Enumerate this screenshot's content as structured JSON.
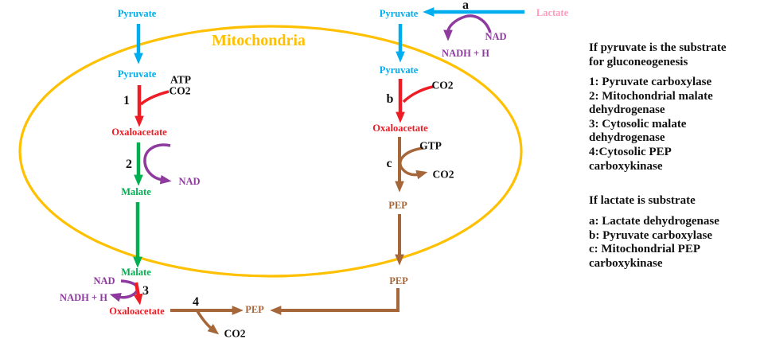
{
  "title": "Mitochondria",
  "molecules": {
    "pyruvate_cytosol_left": "Pyruvate",
    "pyruvate_mito_left": "Pyruvate",
    "oxaloacetate_mito_left": "Oxaloacetate",
    "malate_mito": "Malate",
    "malate_cytosol": "Malate",
    "oxaloacetate_cytosol": "Oxaloacetate",
    "pep_cytosol_left": "PEP",
    "pyruvate_cytosol_right": "Pyruvate",
    "pyruvate_mito_right": "Pyruvate",
    "oxaloacetate_mito_right": "Oxaloacetate",
    "pep_mito": "PEP",
    "pep_cytosol_right": "PEP",
    "lactate": "Lactate"
  },
  "cofactors": {
    "atp_1": "ATP",
    "co2_1": "CO2",
    "nad_2": "NAD",
    "nad_3": "NAD",
    "nadh_3": "NADH + H",
    "co2_4": "CO2",
    "nad_a": "NAD",
    "nadh_a": "NADH + H",
    "co2_b": "CO2",
    "gtp_c": "GTP",
    "co2_c": "CO2"
  },
  "steps": {
    "s1": "1",
    "s2": "2",
    "s3": "3",
    "s4": "4",
    "sa": "a",
    "sb": "b",
    "sc": "c"
  },
  "panel": {
    "heading1": [
      "If pyruvate is the substrate",
      "for gluconeogenesis"
    ],
    "list1": [
      "1: Pyruvate carboxylase",
      "2: Mitochondrial malate",
      "dehydrogenase",
      "3: Cytosolic malate",
      "dehydrogenase",
      "4:Cytosolic PEP",
      "carboxykinase"
    ],
    "heading2": "If lactate is substrate",
    "list2": [
      "a: Lactate dehydrogenase",
      "b: Pyruvate carboxylase",
      "c: Mitochondrial PEP",
      "carboxykinase"
    ]
  },
  "colors": {
    "membrane": "#FFC000",
    "pyruvate_blue": "#00AEEF",
    "oxaloacetate_red": "#EE1C25",
    "malate_green": "#00B050",
    "nad_purple": "#8E3A9E",
    "pep_brown": "#A5663A",
    "lactate_pink": "#FF9BBB",
    "step_black": "#111111"
  }
}
